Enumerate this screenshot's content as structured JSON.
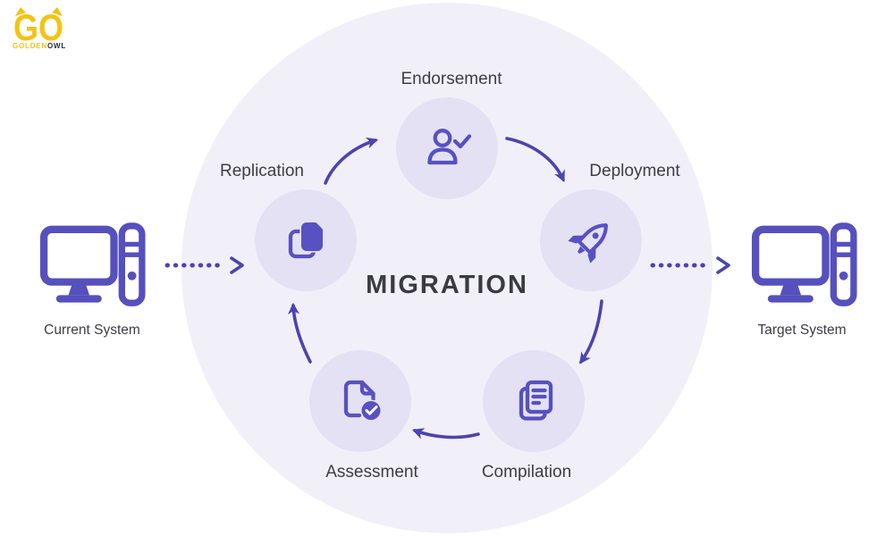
{
  "logo": {
    "monogram": "GO",
    "word_part1": "GOLDEN",
    "word_part2": "OWL"
  },
  "diagram": {
    "center_label": "MIGRATION",
    "nodes": [
      {
        "label": "Endorsement",
        "icon": "person-check-icon"
      },
      {
        "label": "Deployment",
        "icon": "rocket-icon"
      },
      {
        "label": "Compilation",
        "icon": "documents-stack-icon"
      },
      {
        "label": "Assessment",
        "icon": "document-check-icon"
      },
      {
        "label": "Replication",
        "icon": "copy-icon"
      }
    ],
    "source": {
      "label": "Current System",
      "icon": "desktop-computer-icon"
    },
    "target": {
      "label": "Target System",
      "icon": "desktop-computer-icon"
    }
  },
  "colors": {
    "accent_purple": "#5751C1",
    "arrow_purple": "#4C44B0",
    "outer_circle": "#F1F0F9",
    "node_circle": "#E4E1F4",
    "text_dark": "#3C3C46",
    "logo_gold": "#F4C312",
    "logo_dark": "#262C42",
    "background": "#FFFFFF"
  }
}
